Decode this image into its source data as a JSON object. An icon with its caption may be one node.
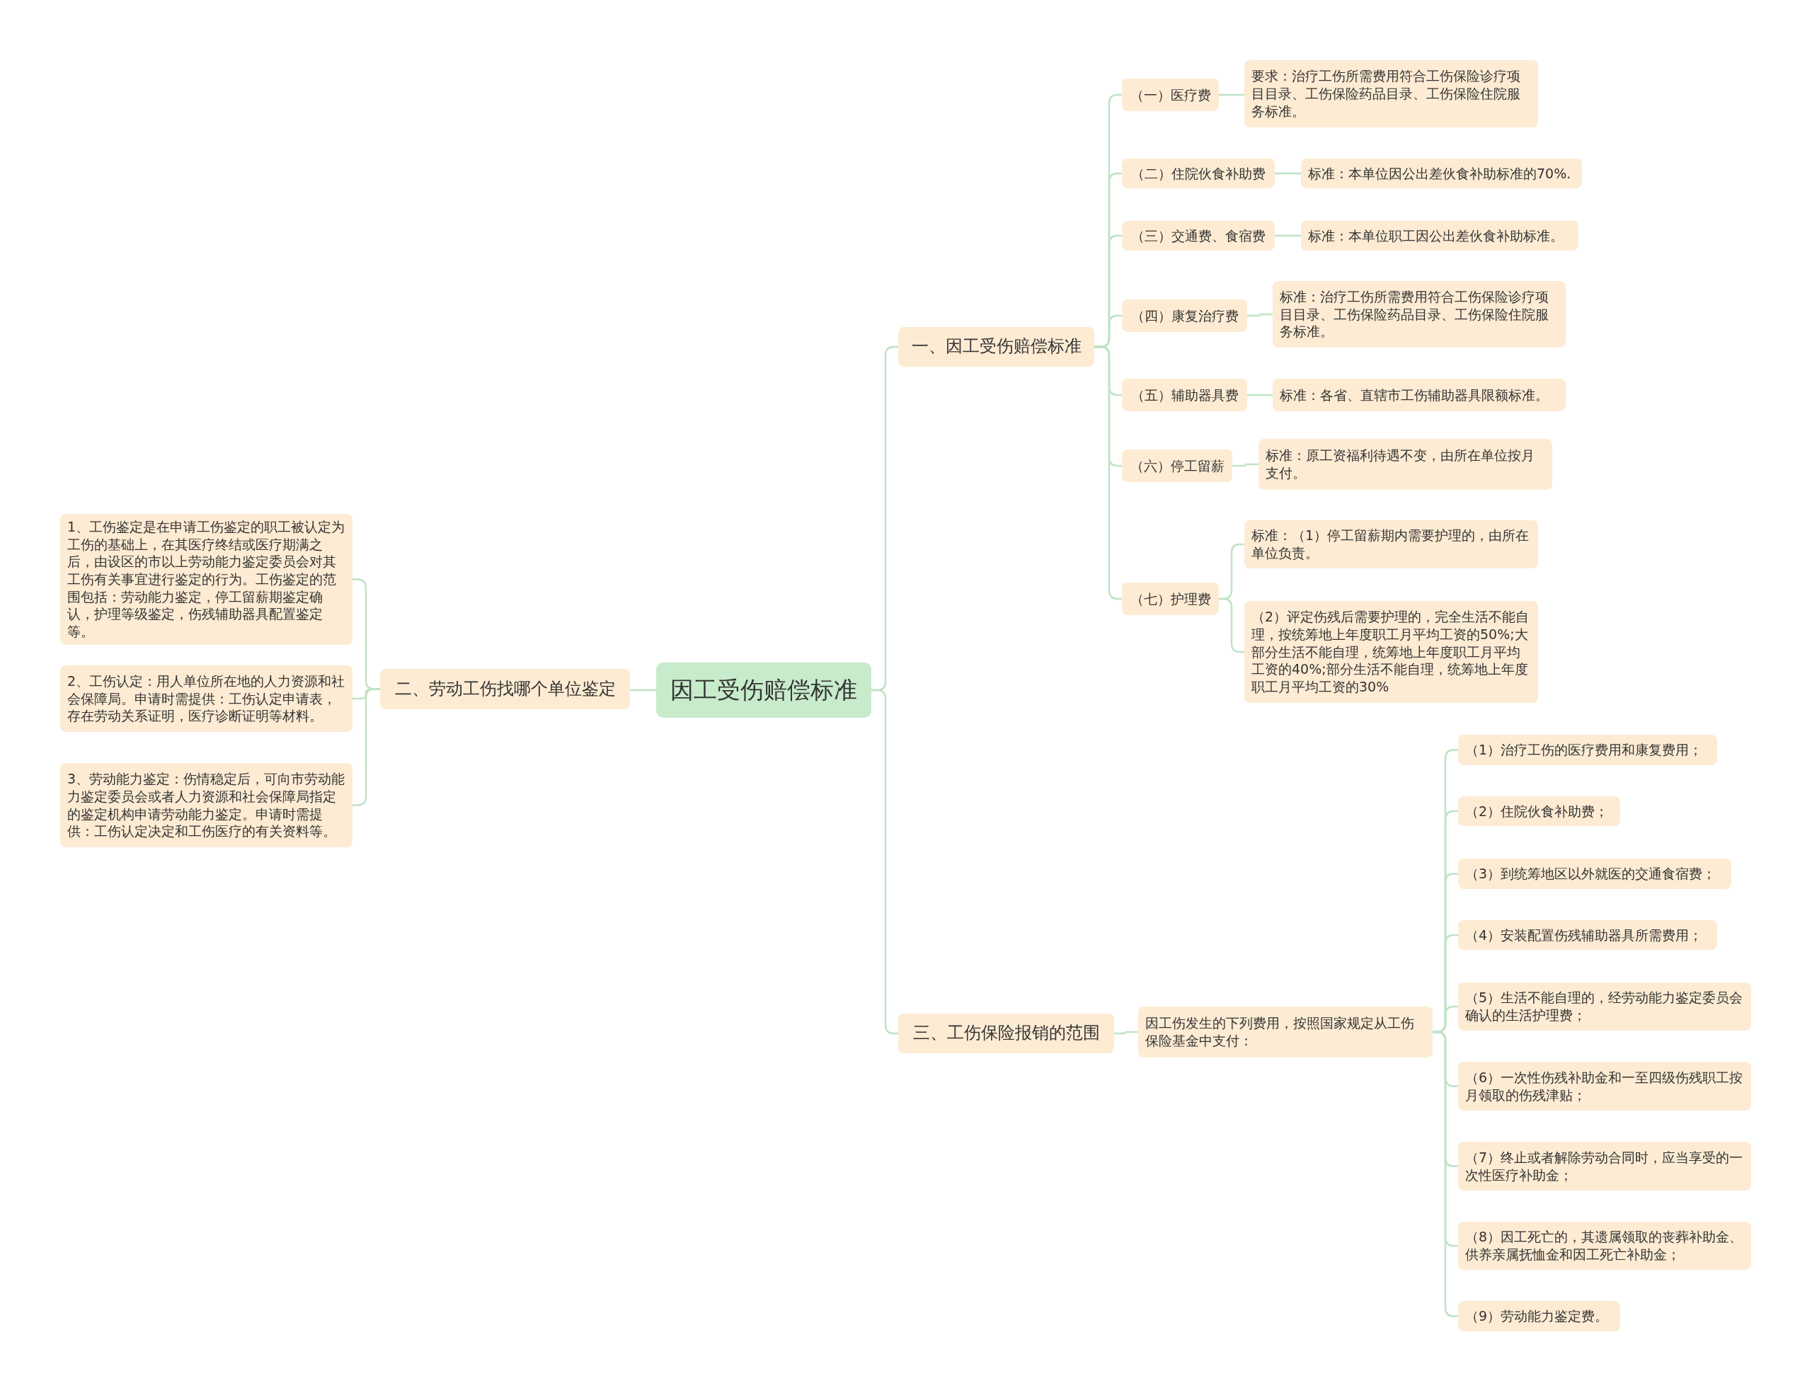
{
  "diagram": {
    "nodes": [
      {
        "text": [
          "因工受伤赔偿标准"
        ]
      },
      {
        "text": [
          "一、因工受伤赔偿标准"
        ]
      },
      {
        "text": [
          "（一）医疗费"
        ]
      },
      {
        "text": [
          "要求：治疗工伤所需费用符合工伤保险诊疗项目目录、工伤保险药品目录、工伤保险住院服务标准。"
        ]
      },
      {
        "text": [
          "（二）住院伙食补助费"
        ]
      },
      {
        "text": [
          "标准：本单位因公出差伙食补助标准的70%."
        ]
      },
      {
        "text": [
          "（三）交通费、食宿费"
        ]
      },
      {
        "text": [
          "标准：本单位职工因公出差伙食补助标准。"
        ]
      },
      {
        "text": [
          "（四）康复治疗费"
        ]
      },
      {
        "text": [
          "标准：治疗工伤所需费用符合工伤保险诊疗项目目录、工伤保险药品目录、工伤保险住院服务标准。"
        ]
      },
      {
        "text": [
          "（五）辅助器具费"
        ]
      },
      {
        "text": [
          "标准：各省、直辖市工伤辅助器具限额标准。"
        ]
      },
      {
        "text": [
          "（六）停工留薪"
        ]
      },
      {
        "text": [
          "标准：原工资福利待遇不变，由所在单位按月支付。"
        ]
      },
      {
        "text": [
          "（七）护理费"
        ]
      },
      {
        "text": [
          "标准：（1）停工留薪期内需要护理的，由所在单位负责。"
        ]
      },
      {
        "text": [
          "（2）评定伤残后需要护理的，完全生活不能自理，按统筹地上年度职工月平均工资的50%;大部分生活不能自理，统筹地上年度职工月平均工资的40%;部分生活不能自理，统筹地上年度职工月平均工资的30%"
        ]
      },
      {
        "text": [
          "二、劳动工伤找哪个单位鉴定"
        ]
      },
      {
        "text": [
          "1、工伤鉴定是在申请工伤鉴定的职工被认定为工伤的基础上，在其医疗终结或医疗期满之后，由设区的市以上劳动能力鉴定委员会对其工伤有关事宜进行鉴定的行为。工伤鉴定的范围包括：劳动能力鉴定，停工留薪期鉴定确认，护理等级鉴定，伤残辅助器具配置鉴定等。"
        ]
      },
      {
        "text": [
          "2、工伤认定：用人单位所在地的人力资源和社会保障局。申请时需提供：工伤认定申请表，存在劳动关系证明，医疗诊断证明等材料。"
        ]
      },
      {
        "text": [
          "3、劳动能力鉴定：伤情稳定后，可向市劳动能力鉴定委员会或者人力资源和社会保障局指定的鉴定机构申请劳动能力鉴定。申请时需提供：工伤认定决定和工伤医疗的有关资料等。"
        ]
      },
      {
        "text": [
          "三、工伤保险报销的范围"
        ]
      },
      {
        "text": [
          "因工伤发生的下列费用，按照国家规定从工伤保险基金中支付："
        ]
      },
      {
        "text": [
          "（1）治疗工伤的医疗费用和康复费用；"
        ]
      },
      {
        "text": [
          "（2）住院伙食补助费；"
        ]
      },
      {
        "text": [
          "（3）到统筹地区以外就医的交通食宿费；"
        ]
      },
      {
        "text": [
          "（4）安装配置伤残辅助器具所需费用；"
        ]
      },
      {
        "text": [
          "（5）生活不能自理的，经劳动能力鉴定委员会确认的生活护理费；"
        ]
      },
      {
        "text": [
          "（6）一次性伤残补助金和一至四级伤残职工按月领取的伤残津贴；"
        ]
      },
      {
        "text": [
          "（7）终止或者解除劳动合同时，应当享受的一次性医疗补助金；"
        ]
      },
      {
        "text": [
          "（8）因工死亡的，其遗属领取的丧葬补助金、供养亲属抚恤金和因工死亡补助金；"
        ]
      },
      {
        "text": [
          "（9）劳动能力鉴定费。"
        ]
      }
    ],
    "edges": [
      {
        "from": 0,
        "to": 1,
        "arrow": "none"
      },
      {
        "from": 1,
        "to": 2,
        "arrow": "none"
      },
      {
        "from": 2,
        "to": 3,
        "arrow": "none"
      },
      {
        "from": 1,
        "to": 4,
        "arrow": "none"
      },
      {
        "from": 4,
        "to": 5,
        "arrow": "none"
      },
      {
        "from": 1,
        "to": 6,
        "arrow": "none"
      },
      {
        "from": 6,
        "to": 7,
        "arrow": "none"
      },
      {
        "from": 1,
        "to": 8,
        "arrow": "none"
      },
      {
        "from": 8,
        "to": 9,
        "arrow": "none"
      },
      {
        "from": 1,
        "to": 10,
        "arrow": "none"
      },
      {
        "from": 10,
        "to": 11,
        "arrow": "none"
      },
      {
        "from": 1,
        "to": 12,
        "arrow": "none"
      },
      {
        "from": 12,
        "to": 13,
        "arrow": "none"
      },
      {
        "from": 1,
        "to": 14,
        "arrow": "none"
      },
      {
        "from": 14,
        "to": 15,
        "arrow": "none"
      },
      {
        "from": 14,
        "to": 16,
        "arrow": "none"
      },
      {
        "from": 0,
        "to": 17,
        "arrow": "none"
      },
      {
        "from": 17,
        "to": 18,
        "arrow": "none"
      },
      {
        "from": 17,
        "to": 19,
        "arrow": "none"
      },
      {
        "from": 17,
        "to": 20,
        "arrow": "none"
      },
      {
        "from": 0,
        "to": 21,
        "arrow": "none"
      },
      {
        "from": 21,
        "to": 22,
        "arrow": "none"
      },
      {
        "from": 22,
        "to": 23,
        "arrow": "none"
      },
      {
        "from": 22,
        "to": 24,
        "arrow": "none"
      },
      {
        "from": 22,
        "to": 25,
        "arrow": "none"
      },
      {
        "from": 22,
        "to": 26,
        "arrow": "none"
      },
      {
        "from": 22,
        "to": 27,
        "arrow": "none"
      },
      {
        "from": 22,
        "to": 28,
        "arrow": "none"
      },
      {
        "from": 22,
        "to": 29,
        "arrow": "none"
      },
      {
        "from": 22,
        "to": 30,
        "arrow": "none"
      },
      {
        "from": 22,
        "to": 31,
        "arrow": "none"
      }
    ]
  }
}
